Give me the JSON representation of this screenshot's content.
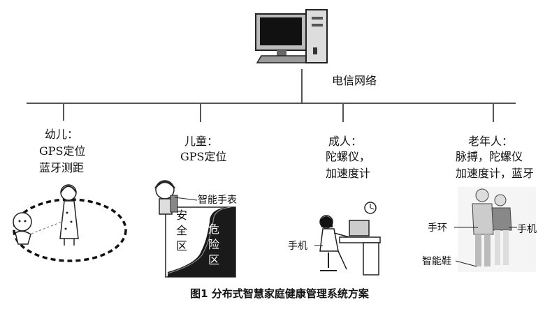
{
  "network_label": "电信网络",
  "groups": [
    {
      "title": "幼儿：",
      "lines": [
        "GPS定位",
        "蓝牙测距"
      ]
    },
    {
      "title": "儿童：",
      "lines": [
        "GPS定位"
      ]
    },
    {
      "title": "成人：",
      "lines": [
        "陀螺仪，",
        "加速度计"
      ]
    },
    {
      "title": "老年人：",
      "lines": [
        "脉搏，陀螺仪",
        "加速度计，蓝牙"
      ]
    }
  ],
  "child_scene": {
    "device": "智能手表",
    "safe_zone": "安全区",
    "danger_zone": "危险区"
  },
  "adult_scene": {
    "device": "手机"
  },
  "elder_scene": {
    "left_device": "手环",
    "right_device": "手机",
    "shoe": "智能鞋"
  },
  "caption": "图1  分布式智慧家庭健康管理系统方案"
}
